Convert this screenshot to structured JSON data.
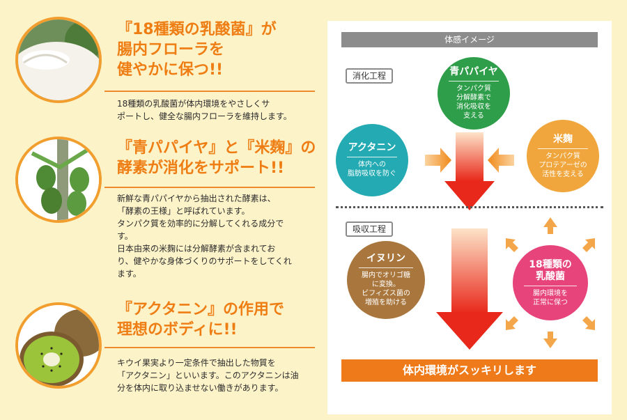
{
  "left": [
    {
      "title_lines": [
        "『18種類の乳酸菌』が",
        "腸内フローラを",
        "健やかに保つ!!"
      ],
      "body_lines": [
        "18種類の乳酸菌が体内環境をやさしくサ",
        "ポートし、健全な腸内フローラを維持します。"
      ],
      "photo_icon": "yogurt-photo-icon"
    },
    {
      "title_lines": [
        "『青パパイヤ』と『米麹』の",
        "酵素が消化をサポート!!"
      ],
      "body_lines": [
        "新鮮な青パパイヤから抽出された酵素は、",
        "「酵素の王様」と呼ばれています。",
        "タンパク質を効率的に分解してくれる成分で",
        "す。",
        "日本由来の米麹には分解酵素が含まれてお",
        "り、健やかな身体づくりのサポートをしてくれ",
        "ます。"
      ],
      "photo_icon": "papaya-tree-photo-icon"
    },
    {
      "title_lines": [
        "『アクタニン』の作用で",
        "理想のボディに!!"
      ],
      "body_lines": [
        "キウイ果実より一定条件で抽出した物質を",
        "「アクタニン」といいます。このアクタニンは油",
        "分を体内に取り込ませない働きがあります。"
      ],
      "photo_icon": "kiwi-photo-icon"
    }
  ],
  "panel": {
    "title": "体感イメージ",
    "step1": "消化工程",
    "step2": "吸収工程",
    "banner": "体内環境がスッキリします",
    "circles": {
      "papaya": {
        "title": "青パパイヤ",
        "lines": [
          "タンパク質",
          "分解酵素で",
          "消化吸収を",
          "支える"
        ],
        "color": "#2f9e4a"
      },
      "actanin": {
        "title": "アクタニン",
        "lines": [
          "体内への",
          "脂肪吸収を防ぐ"
        ],
        "color": "#23aab2"
      },
      "koji": {
        "title": "米麹",
        "lines": [
          "タンパク質",
          "プロテアーゼの",
          "活性を支える"
        ],
        "color": "#f0a63c"
      },
      "inulin": {
        "title": "イヌリン",
        "lines": [
          "腸内でオリゴ糖",
          "に変換。",
          "ビフィズス菌の",
          "増殖を助ける"
        ],
        "color": "#a9773d"
      },
      "lactic": {
        "title_lines": [
          "18種類の",
          "乳酸菌"
        ],
        "lines": [
          "腸内環境を",
          "正常に保つ"
        ],
        "color": "#e6447a"
      }
    }
  }
}
